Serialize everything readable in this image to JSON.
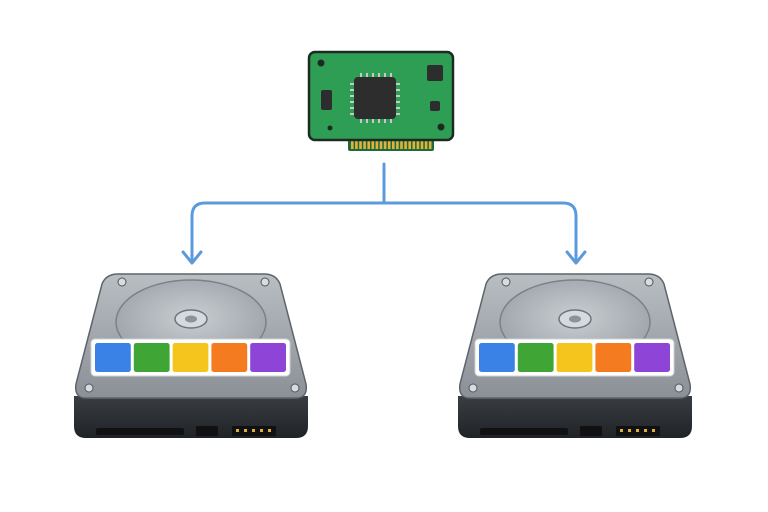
{
  "diagram": {
    "type": "mirror",
    "source": {
      "icon": "raid-controller-card-icon"
    },
    "targets": [
      {
        "icon": "hard-disk-drive-icon",
        "blocks": 5
      },
      {
        "icon": "hard-disk-drive-icon",
        "blocks": 5
      }
    ],
    "block_colors": [
      "#3b82e6",
      "#3fa535",
      "#f6c51d",
      "#f47b20",
      "#8e44d6"
    ],
    "connector_color": "#5b9bdd",
    "pcb_color": "#2f9e55",
    "chip_color": "#2d2d2d",
    "contact_color": "#e0b23a",
    "drive_body_color": "#8f959b",
    "drive_base_color": "#2c2f33"
  }
}
